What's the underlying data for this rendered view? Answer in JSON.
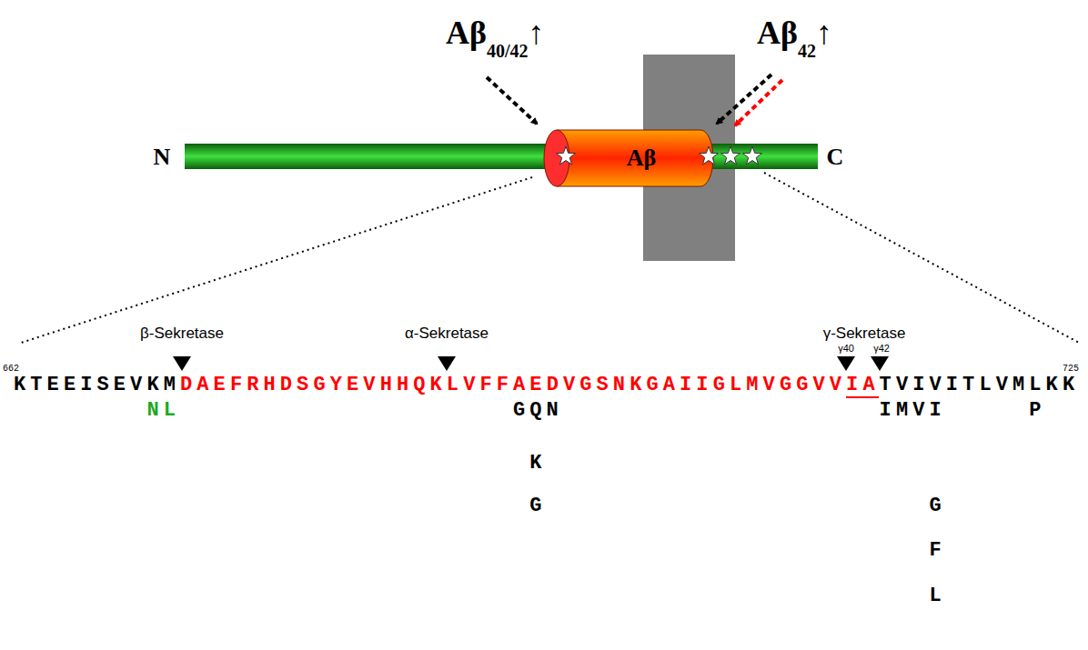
{
  "diagram": {
    "nodes": [
      {
        "text": [
          "Aβ"
        ]
      }
    ],
    "labels": [
      "Aβ",
      "40/42",
      "↑",
      "Aβ",
      "42",
      "↑",
      "N",
      "C",
      "β-Sekretase",
      "α-Sekretase",
      "γ-Sekretase",
      "γ40",
      "γ42",
      "662",
      "KTEEISEVKM",
      "DAEFRHDSGYEVHHQKLVFFAEDVGSNKGAIIGLMVGGVVIA",
      "TVIVITLVMLKK",
      "725",
      "NL",
      "GQN",
      "K",
      "G",
      "IMVI",
      "G",
      "F",
      "L",
      "P"
    ]
  }
}
